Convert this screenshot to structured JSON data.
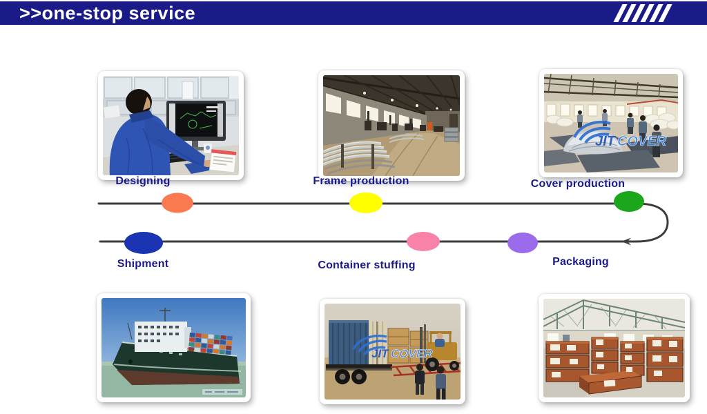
{
  "header": {
    "title": ">>one-stop service",
    "slash_count": 6,
    "bg_color": "#1b1b87",
    "text_color": "#ffffff"
  },
  "process": {
    "line_color": "#3d3d3d",
    "label_color": "#1a1a8c",
    "top_row": [
      {
        "label": "Designing",
        "marker_color": "#fa7950"
      },
      {
        "label": "Frame production",
        "marker_color": "#ffff00"
      },
      {
        "label": "Cover production",
        "marker_color": "#1ca61c"
      }
    ],
    "bottom_row": [
      {
        "label": "Shipment",
        "marker_color": "#1b34b4"
      },
      {
        "label": "Container stuffing",
        "marker_color": "#f983a8"
      },
      {
        "label": "Packaging",
        "marker_color": "#9a6cec"
      }
    ]
  },
  "watermark": {
    "jit": "JIT",
    "cover": "COVER"
  }
}
